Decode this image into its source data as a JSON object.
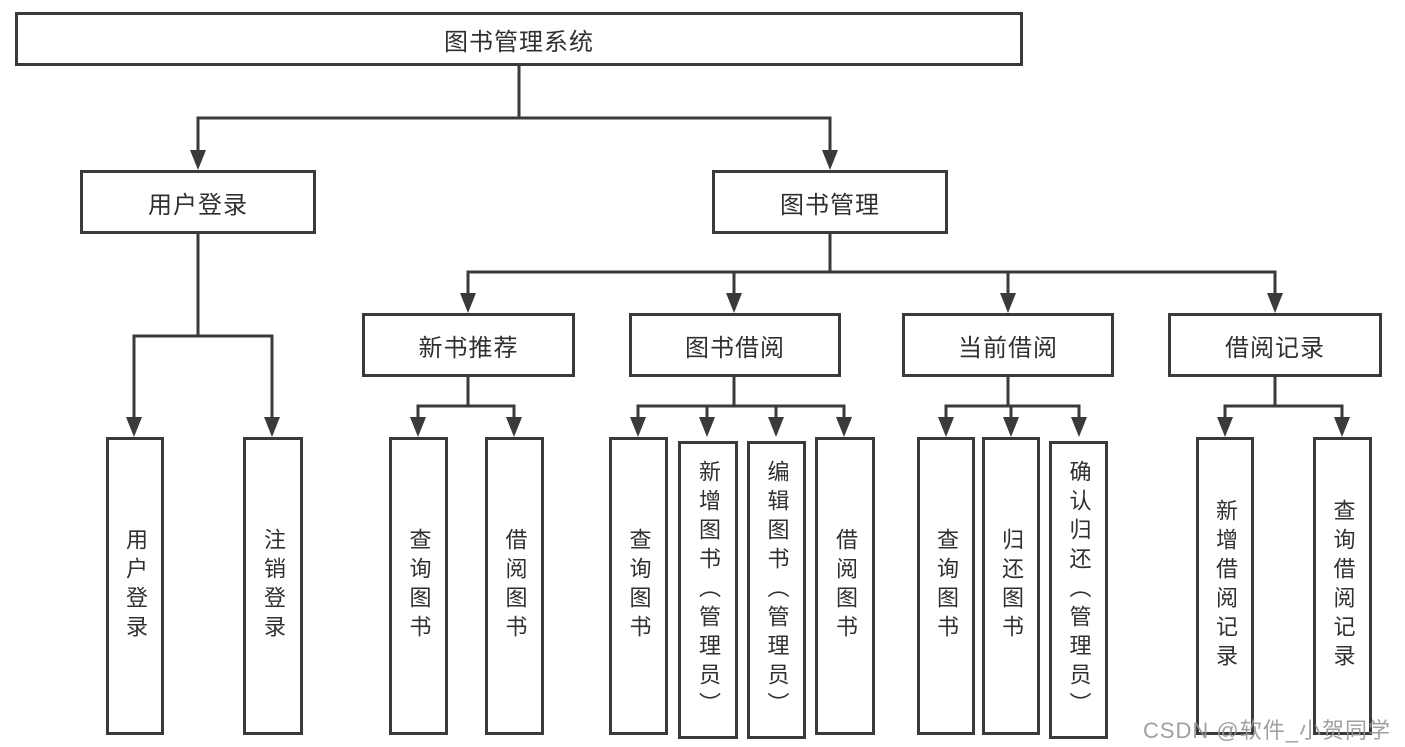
{
  "diagram": {
    "root": {
      "label": "图书管理系统"
    },
    "branches": [
      {
        "label": "用户登录",
        "leaves": [
          {
            "label": "用户登录"
          },
          {
            "label": "注销登录"
          }
        ]
      },
      {
        "label": "图书管理",
        "groups": [
          {
            "label": "新书推荐",
            "leaves": [
              {
                "label": "查询图书"
              },
              {
                "label": "借阅图书"
              }
            ]
          },
          {
            "label": "图书借阅",
            "leaves": [
              {
                "label": "查询图书"
              },
              {
                "label": "新增图书（管理员）"
              },
              {
                "label": "编辑图书（管理员）"
              },
              {
                "label": "借阅图书"
              }
            ]
          },
          {
            "label": "当前借阅",
            "leaves": [
              {
                "label": "查询图书"
              },
              {
                "label": "归还图书"
              },
              {
                "label": "确认归还（管理员）"
              }
            ]
          },
          {
            "label": "借阅记录",
            "leaves": [
              {
                "label": "新增借阅记录"
              },
              {
                "label": "查询借阅记录"
              }
            ]
          }
        ]
      }
    ]
  },
  "watermark": {
    "text": "CSDN @软件_小贺同学"
  },
  "colors": {
    "line": "#3a3a3a",
    "text": "#303030",
    "background": "#ffffff",
    "watermark": "#969696"
  }
}
